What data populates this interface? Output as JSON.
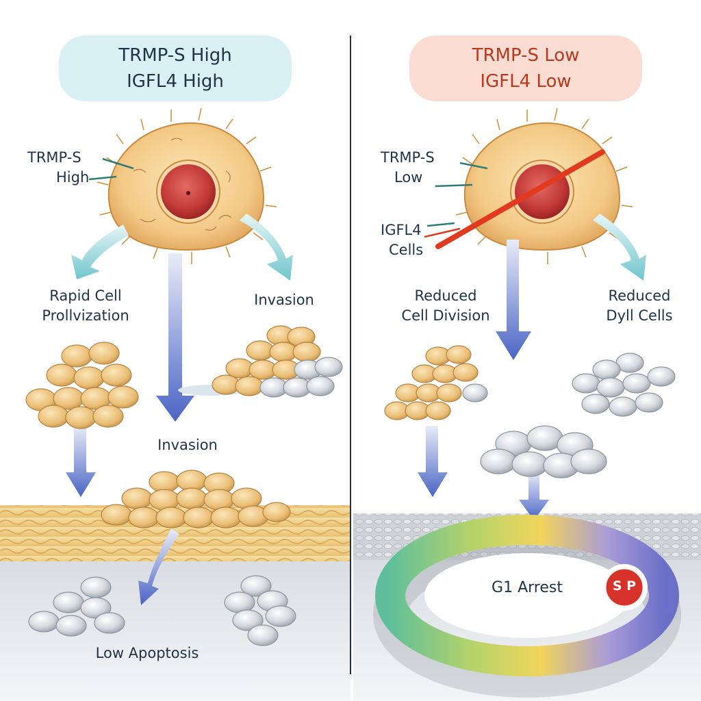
{
  "left_panel": {
    "title_line1": "TRMP-S High",
    "title_line2": "IGFL4 High",
    "callout_line1": "TRMP-S",
    "callout_line2": "High",
    "branch_left_line1": "Rapid Cell",
    "branch_left_line2": "Prollvization",
    "branch_right": "Invasion",
    "center_label": "Invasion",
    "bottom_label": "Low Apoptosis"
  },
  "right_panel": {
    "title_line1": "TRMP-S Low",
    "title_line2": "IGFL4 Low",
    "callout1_line1": "TRMP-S",
    "callout1_line2": "Low",
    "callout2_line1": "IGFL4",
    "callout2_line2": "Cells",
    "branch_left_line1": "Reduced",
    "branch_left_line2": "Cell Division",
    "branch_right_line1": "Reduced",
    "branch_right_line2": "Dyll Cells",
    "cycle_label": "G1 Arrest",
    "stop_badge": "S P"
  },
  "colors": {
    "left_pill": "#d9f0f4",
    "right_pill": "#fbdcd2",
    "label_text": "#1f3346",
    "strike_red": "#e23a1f",
    "cell_body": "#f3c985",
    "nucleus": "#c33a37",
    "arrow_teal": "#6fc6cc",
    "arrow_blue": "#4a64c4",
    "divider": "#1f3346"
  }
}
